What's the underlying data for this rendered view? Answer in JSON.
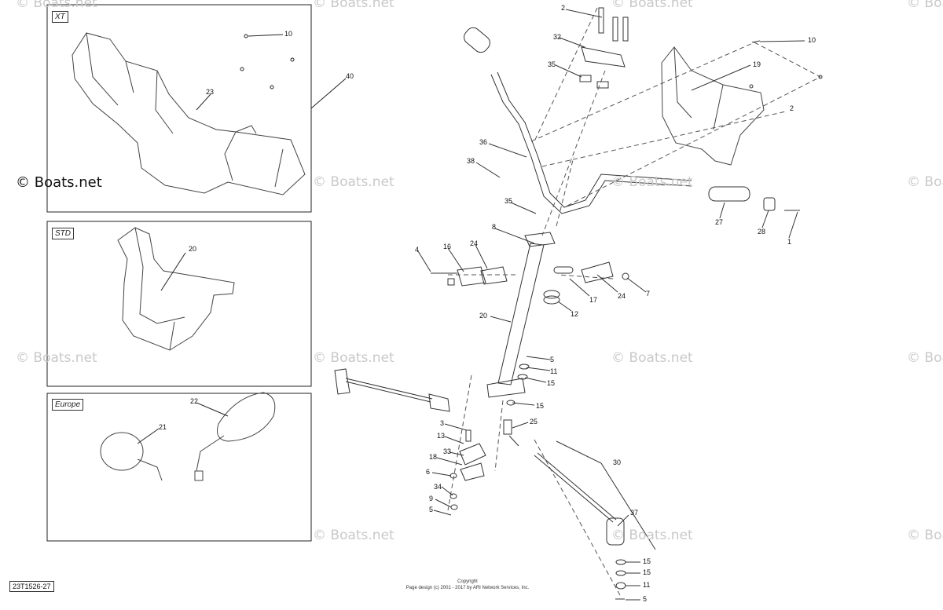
{
  "insets": {
    "xt_label": "XT",
    "std_label": "STD",
    "europe_label": "Europe"
  },
  "watermarks": {
    "primary": "© Boats.net",
    "faded": "© Boats.net"
  },
  "callouts": {
    "c10a": "10",
    "c23": "23",
    "c40": "40",
    "c20a": "20",
    "c22": "22",
    "c21": "21",
    "c2": "2",
    "c32": "32",
    "c35a": "35",
    "c36": "36",
    "c38": "38",
    "c35b": "35",
    "c8": "8",
    "c10b": "10",
    "c19": "19",
    "c2b": "2",
    "c27": "27",
    "c28": "28",
    "c1": "1",
    "c4": "4",
    "c16": "16",
    "c24a": "24",
    "c17": "17",
    "c24b": "24",
    "c7": "7",
    "c12": "12",
    "c20b": "20",
    "c5a": "5",
    "c11a": "11",
    "c15a": "15",
    "c15b": "15",
    "c3": "3",
    "c13": "13",
    "c33": "33",
    "c18": "18",
    "c6": "6",
    "c34": "34",
    "c9": "9",
    "c5b": "5",
    "c25": "25",
    "c30": "30",
    "c37": "37",
    "c15c": "15",
    "c15d": "15",
    "c11b": "11",
    "c5c": "5"
  },
  "footer": {
    "doc_id": "23T1526-27",
    "copyright_title": "Copyright",
    "copyright_line": "Page design (c) 2001 - 2017 by ARI Network Services, Inc."
  }
}
